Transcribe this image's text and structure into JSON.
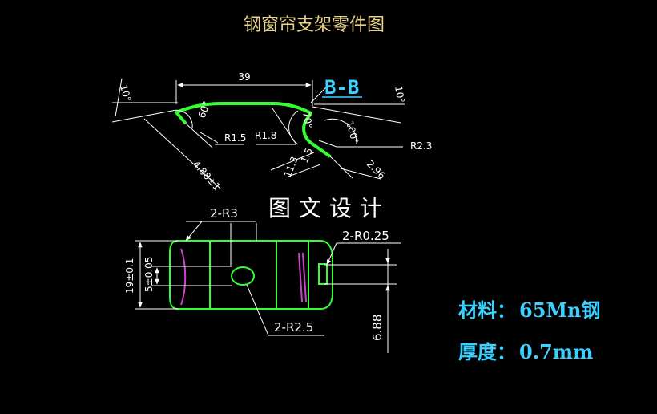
{
  "title": "钢窗帘支架零件图",
  "banner": "图文设计",
  "section_label": "B-B",
  "colors": {
    "background": "#000000",
    "part_outline": "#33ff33",
    "dimension": "#ffffff",
    "annotation": "#3ad0ff",
    "title": "#e8d28a",
    "hidden_line": "#cc44cc"
  },
  "top_view": {
    "dims": {
      "width": "39",
      "angle_left_top": "10°",
      "angle_right_top": "10°",
      "angle_60": "60°",
      "angle_70": "70°",
      "angle_100": "100°",
      "r1_5": "R1.5",
      "r1_8": "R1.8",
      "r2_3": "R2.3",
      "d_488": "4.88±1",
      "d_113": "11.3",
      "d_15": "1.5",
      "d_296": "2.96"
    }
  },
  "bottom_view": {
    "dims": {
      "r3": "2-R3",
      "r025": "2-R0.25",
      "r25": "2-R2.5",
      "h19": "19±0.1",
      "h5": "5±0.05",
      "h688": "6.88"
    }
  },
  "notes": {
    "material_label": "材料：",
    "material_value": "65Mn钢",
    "thickness_label": "厚度：",
    "thickness_value": "0.7mm"
  }
}
